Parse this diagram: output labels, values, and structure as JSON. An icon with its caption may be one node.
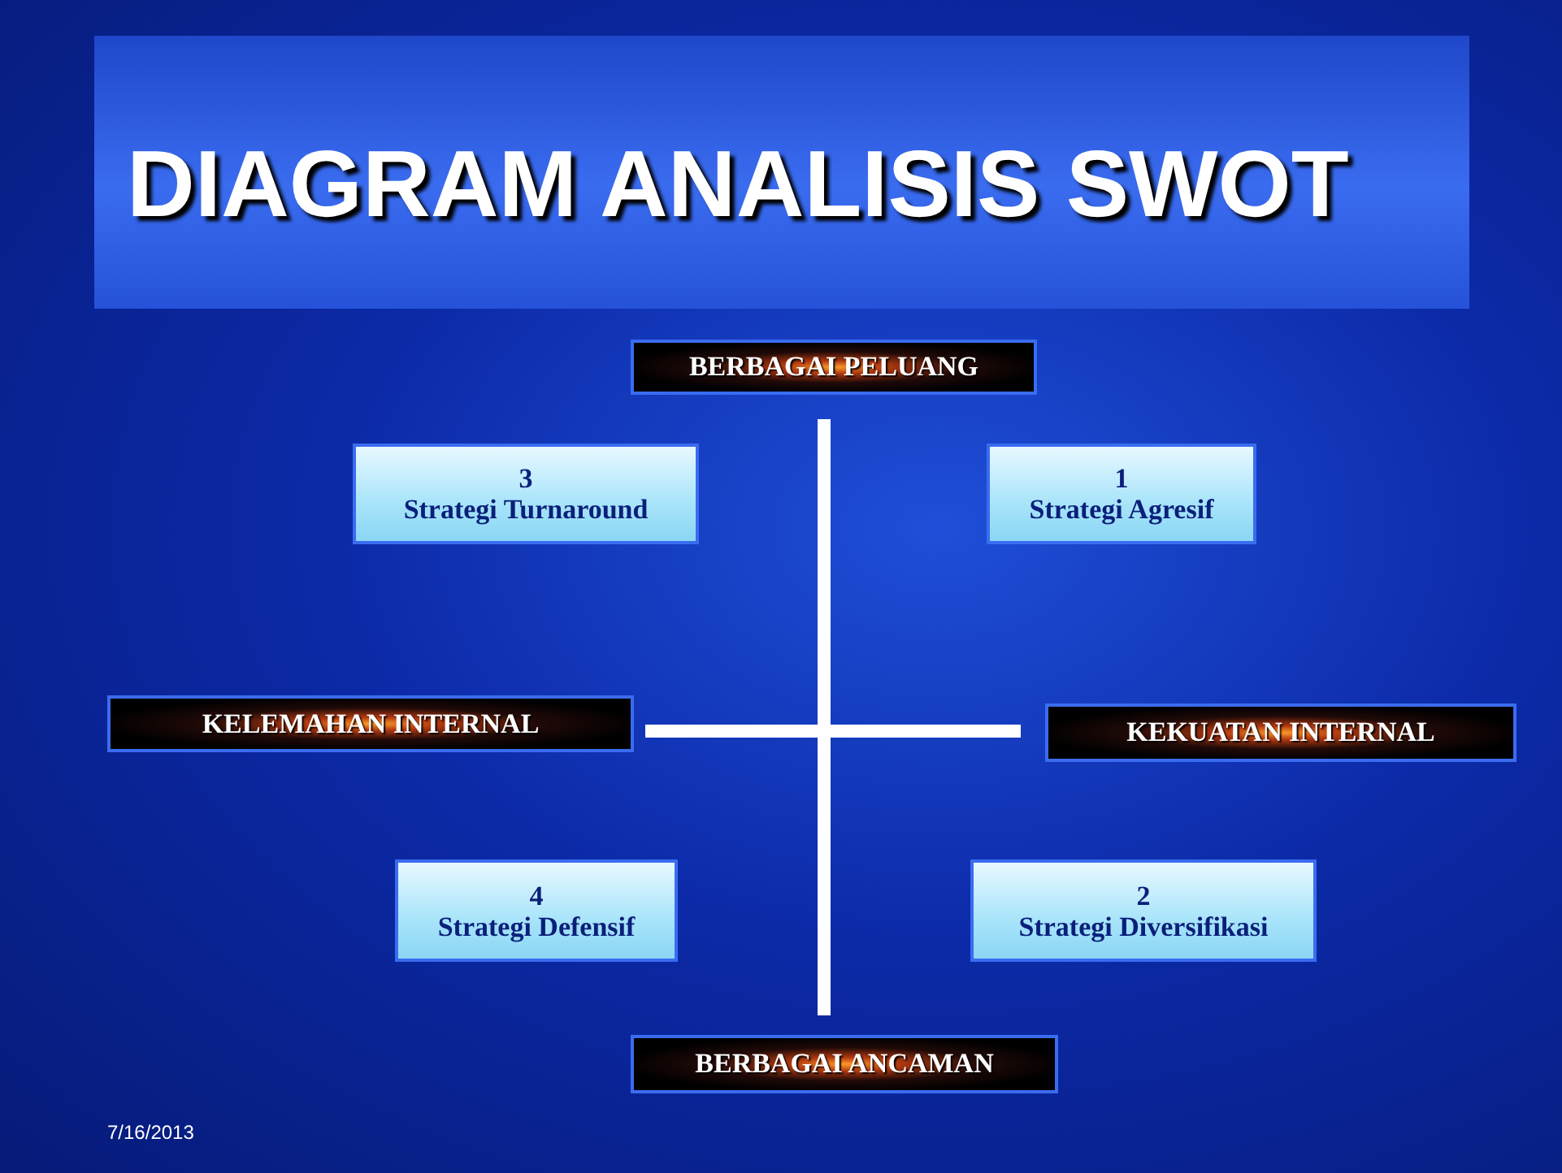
{
  "diagram": {
    "title": "DIAGRAM ANALISIS SWOT",
    "nodes": [
      {
        "text": [
          "BERBAGAI PELUANG"
        ]
      },
      {
        "text": [
          "3",
          "Strategi Turnaround"
        ]
      },
      {
        "text": [
          "1",
          "Strategi Agresif"
        ]
      },
      {
        "text": [
          "KELEMAHAN INTERNAL"
        ]
      },
      {
        "text": [
          "KEKUATAN INTERNAL"
        ]
      },
      {
        "text": [
          "4",
          "Strategi Defensif"
        ]
      },
      {
        "text": [
          "2",
          "Strategi Diversifikasi"
        ]
      },
      {
        "text": [
          "BERBAGAI ANCAMAN"
        ]
      }
    ],
    "labels": [
      "7/16/2013"
    ]
  }
}
